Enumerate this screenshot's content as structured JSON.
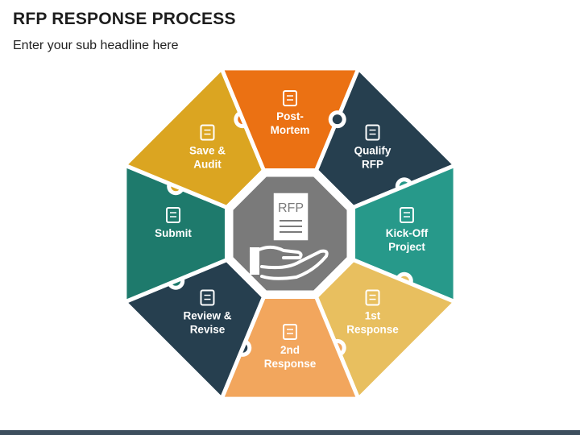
{
  "title": "RFP RESPONSE PROCESS",
  "subtitle": "Enter your sub headline here",
  "center": {
    "label": "RFP",
    "icon": "rfp-document-in-hand-icon",
    "color": "#7a7a7a"
  },
  "segments": [
    {
      "id": "qualify",
      "lines": [
        "Qualify",
        "RFP"
      ],
      "color": "#263f4f",
      "icon": "checklist-icon"
    },
    {
      "id": "kickoff",
      "lines": [
        "Kick-Off",
        "Project"
      ],
      "color": "#27998a",
      "icon": "rocket-icon"
    },
    {
      "id": "first-response",
      "lines": [
        "1st",
        "Response"
      ],
      "color": "#e8bf5f",
      "icon": "message-clock-icon"
    },
    {
      "id": "second-response",
      "lines": [
        "2nd",
        "Response"
      ],
      "color": "#f2a65d",
      "icon": "user-sparkle-icon"
    },
    {
      "id": "review",
      "lines": [
        "Review &",
        "Revise"
      ],
      "color": "#263f4f",
      "icon": "document-search-icon"
    },
    {
      "id": "submit",
      "lines": [
        "Submit"
      ],
      "color": "#1e7a6c",
      "icon": "id-card-send-icon"
    },
    {
      "id": "save-audit",
      "lines": [
        "Save &",
        "Audit"
      ],
      "color": "#dba521",
      "icon": "audit-document-icon"
    },
    {
      "id": "post-mortem",
      "lines": [
        "Post-",
        "Mortem"
      ],
      "color": "#eb7113",
      "icon": "team-question-icon"
    }
  ],
  "footer_color": "#3d4f5e"
}
